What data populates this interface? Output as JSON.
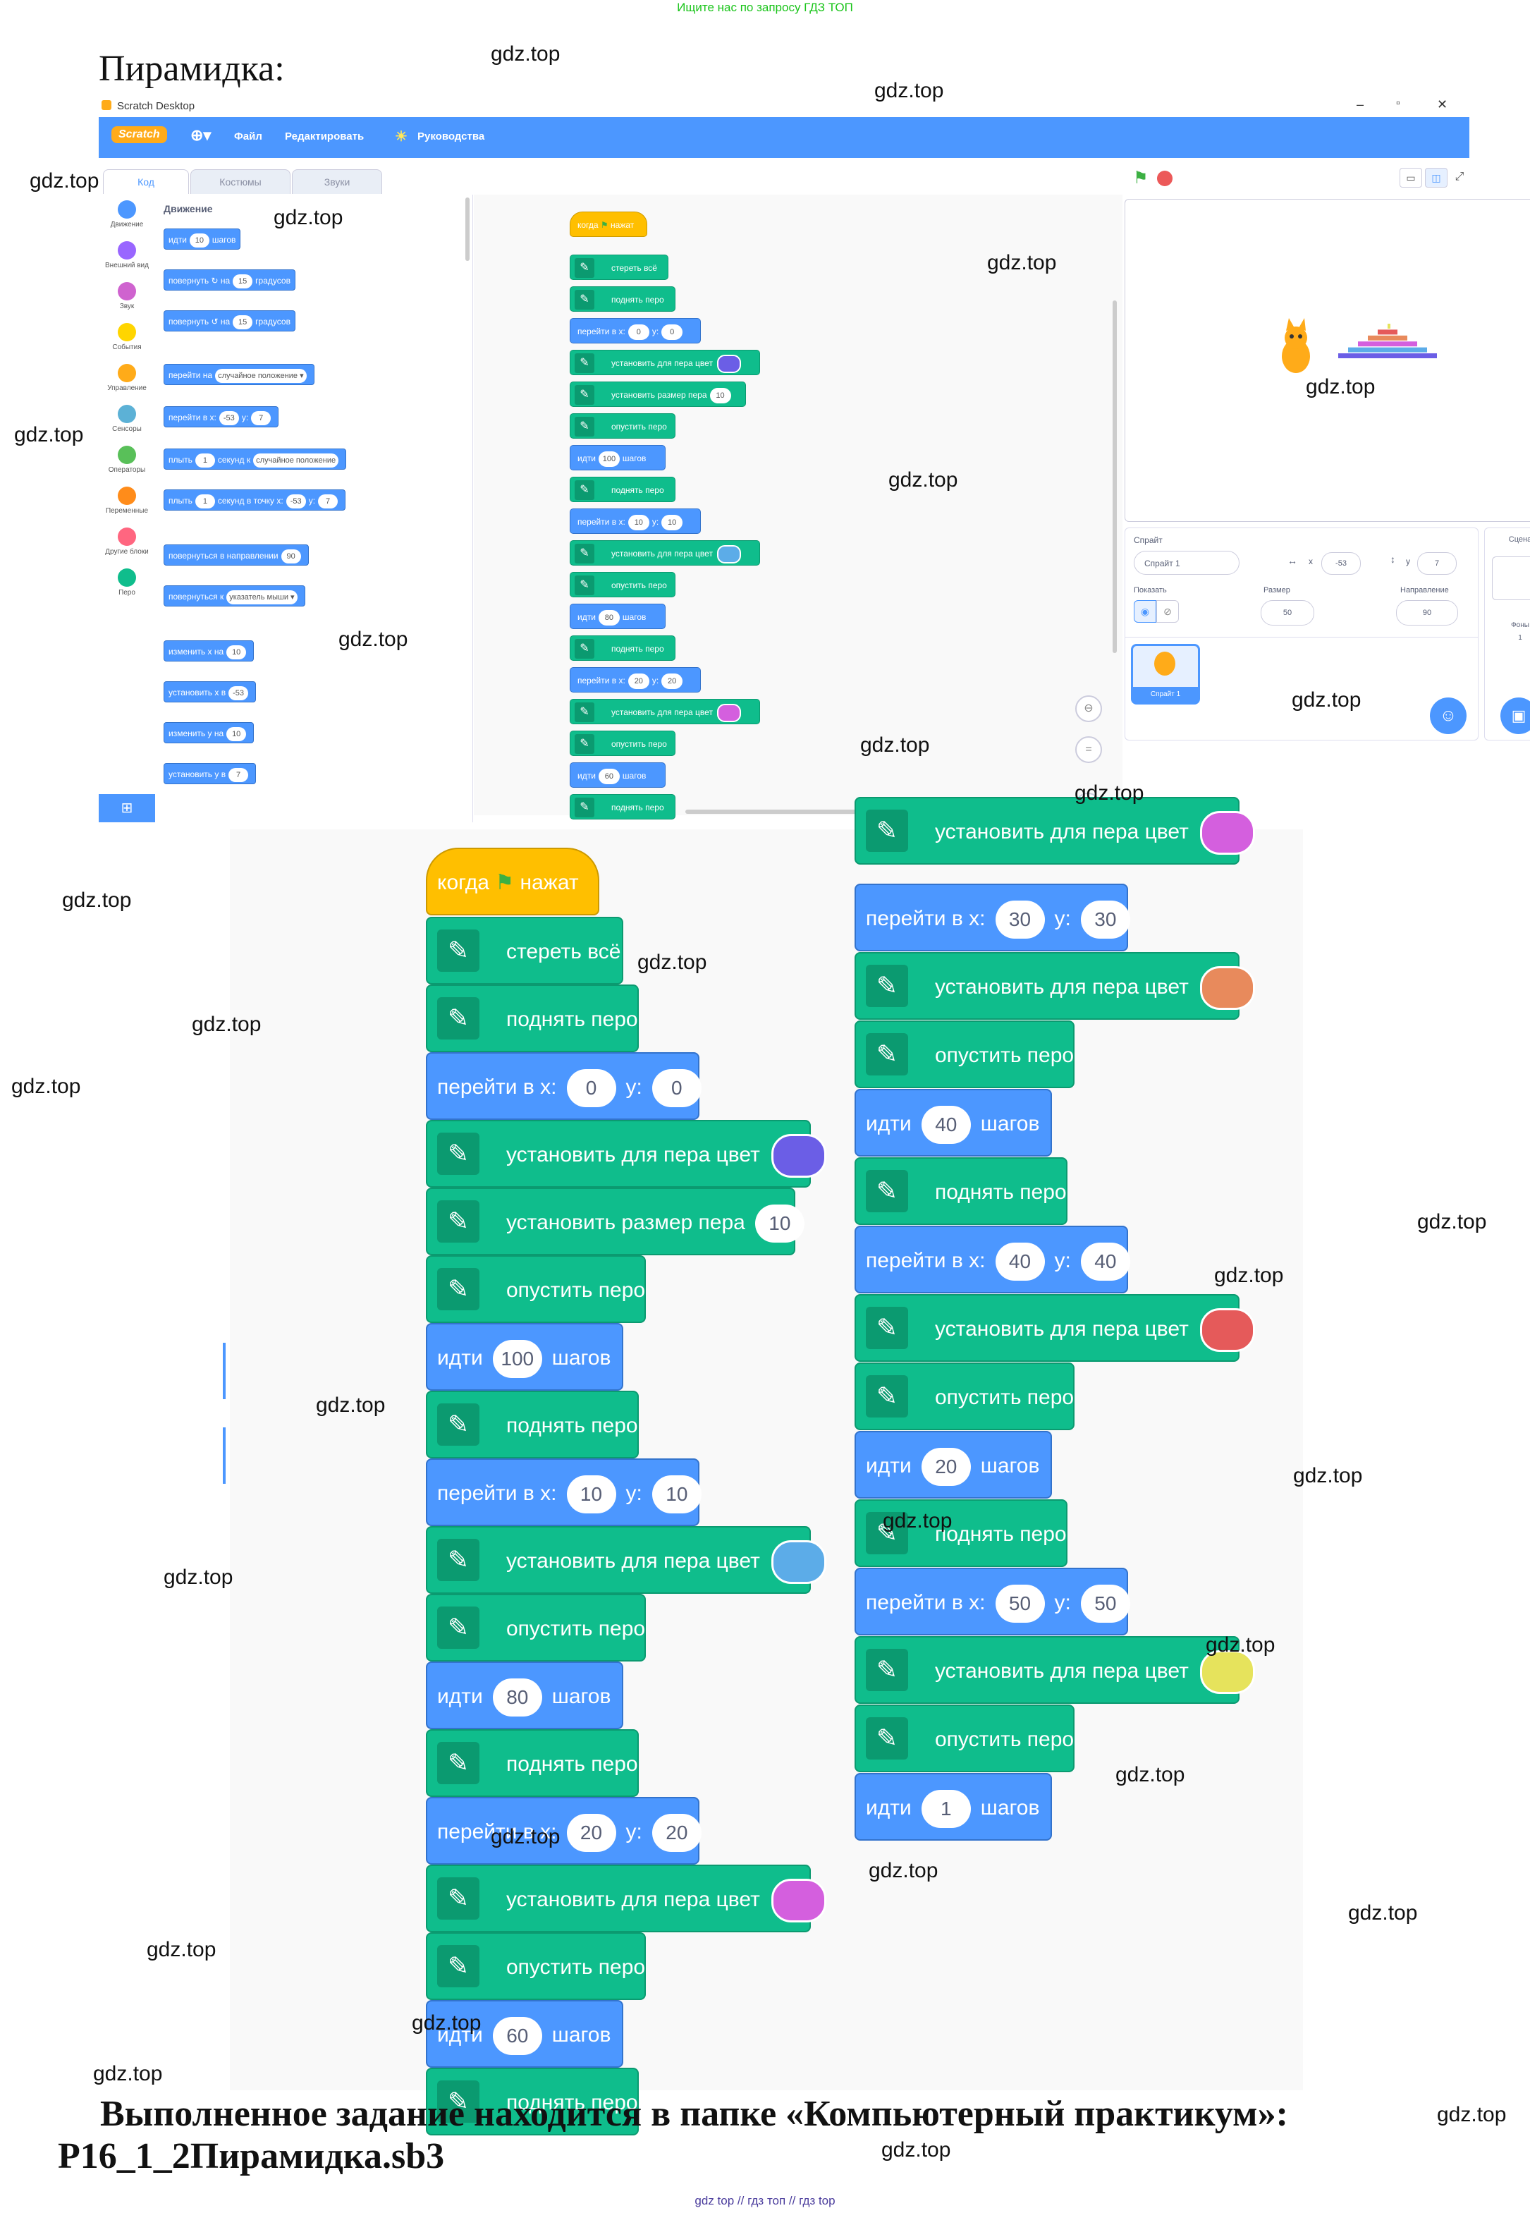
{
  "top_notice": "Ищите нас по запросу ГДЗ ТОП",
  "page_title": "Пирамидка:",
  "watermark": "gdz.top",
  "window": {
    "title": "Scratch Desktop",
    "menu": {
      "logo": "Scratch",
      "file": "Файл",
      "edit": "Редактировать",
      "tutorials": "Руководства"
    },
    "tabs": {
      "code": "Код",
      "costumes": "Костюмы",
      "sounds": "Звуки"
    }
  },
  "categories": [
    {
      "label": "Движение",
      "color": "#4c97ff"
    },
    {
      "label": "Внешний вид",
      "color": "#9966ff"
    },
    {
      "label": "Звук",
      "color": "#cf63cf"
    },
    {
      "label": "События",
      "color": "#ffd500"
    },
    {
      "label": "Управление",
      "color": "#ffab19"
    },
    {
      "label": "Сенсоры",
      "color": "#5cb1d6"
    },
    {
      "label": "Операторы",
      "color": "#59c059"
    },
    {
      "label": "Переменные",
      "color": "#ff8c1a"
    },
    {
      "label": "Другие блоки",
      "color": "#ff6680"
    },
    {
      "label": "Перо",
      "color": "#0fbd8c"
    }
  ],
  "palette": {
    "heading": "Движение",
    "blocks": [
      {
        "t1": "идти",
        "v1": "10",
        "t2": "шагов"
      },
      {
        "t1": "повернуть ↻ на",
        "v1": "15",
        "t2": "градусов"
      },
      {
        "t1": "повернуть ↺ на",
        "v1": "15",
        "t2": "градусов"
      },
      {
        "t1": "перейти на",
        "v1": "случайное положение ▾",
        "t2": ""
      },
      {
        "t1": "перейти в x:",
        "v1": "-53",
        "t2": "y:",
        "v2": "7"
      },
      {
        "t1": "плыть",
        "v1": "1",
        "t2": "секунд к",
        "v2": "случайное положение"
      },
      {
        "t1": "плыть",
        "v1": "1",
        "t2": "секунд в точку x:",
        "v2": "-53",
        "t3": "y:",
        "v3": "7"
      },
      {
        "t1": "повернуться в направлении",
        "v1": "90",
        "t2": ""
      },
      {
        "t1": "повернуться к",
        "v1": "указатель мыши ▾",
        "t2": ""
      },
      {
        "t1": "изменить x на",
        "v1": "10",
        "t2": ""
      },
      {
        "t1": "установить x в",
        "v1": "-53",
        "t2": ""
      },
      {
        "t1": "изменить y на",
        "v1": "10",
        "t2": ""
      },
      {
        "t1": "установить y в",
        "v1": "7",
        "t2": ""
      }
    ]
  },
  "labels": {
    "hat": "когда",
    "hat2": "нажат",
    "clear": "стереть всё",
    "pen_up": "поднять перо",
    "pen_down": "опустить перо",
    "set_color": "установить для пера цвет",
    "set_size": "установить размер пера",
    "goto": "перейти в x:",
    "y": "y:",
    "move": "идти",
    "steps": "шагов"
  },
  "script": [
    {
      "op": "hat"
    },
    {
      "op": "clear"
    },
    {
      "op": "pen_up"
    },
    {
      "op": "goto",
      "x": "0",
      "y": "0"
    },
    {
      "op": "color",
      "color": "#6b5ee6"
    },
    {
      "op": "size",
      "value": "10"
    },
    {
      "op": "pen_down"
    },
    {
      "op": "move",
      "value": "100"
    },
    {
      "op": "pen_up"
    },
    {
      "op": "goto",
      "x": "10",
      "y": "10"
    },
    {
      "op": "color",
      "color": "#5cace8"
    },
    {
      "op": "pen_down"
    },
    {
      "op": "move",
      "value": "80"
    },
    {
      "op": "pen_up"
    },
    {
      "op": "goto",
      "x": "20",
      "y": "20"
    },
    {
      "op": "color",
      "color": "#d45fde"
    },
    {
      "op": "pen_down"
    },
    {
      "op": "move",
      "value": "60"
    },
    {
      "op": "pen_up"
    },
    {
      "op": "goto",
      "x": "30",
      "y": "30"
    },
    {
      "op": "color",
      "color": "#e88a5c"
    },
    {
      "op": "pen_down"
    },
    {
      "op": "move",
      "value": "40"
    },
    {
      "op": "pen_up"
    },
    {
      "op": "goto",
      "x": "40",
      "y": "40"
    },
    {
      "op": "color",
      "color": "#e55a5a"
    },
    {
      "op": "pen_down"
    },
    {
      "op": "move",
      "value": "20"
    },
    {
      "op": "pen_up"
    },
    {
      "op": "goto",
      "x": "50",
      "y": "50"
    },
    {
      "op": "color",
      "color": "#e6e35c"
    },
    {
      "op": "pen_down"
    },
    {
      "op": "move",
      "value": "1"
    }
  ],
  "sprite_panel": {
    "sprite_label": "Спрайт",
    "sprite_name": "Спрайт 1",
    "x_label": "x",
    "x_value": "-53",
    "y_label": "y",
    "y_value": "7",
    "show_label": "Показать",
    "size_label": "Размер",
    "size_value": "50",
    "direction_label": "Направление",
    "direction_value": "90",
    "stage_label": "Сцена",
    "backdrops_label": "Фоны",
    "backdrops_value": "1",
    "thumb_label": "Спрайт 1"
  },
  "footer_line1": "Выполненное задание находится в папке «Компьютерный практикум»:",
  "footer_line2": "P16_1_2Пирамидка.sb3",
  "bottom_notice": "gdz top // гдз топ // гдз top"
}
